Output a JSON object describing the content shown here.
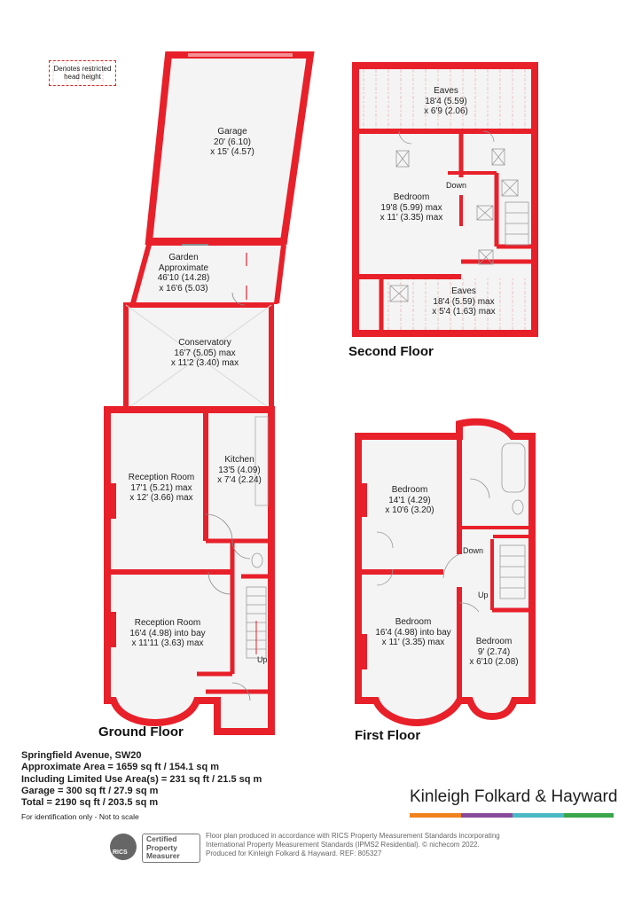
{
  "legend": {
    "note": "Denotes restricted head height"
  },
  "rooms": {
    "garage": {
      "name": "Garage",
      "dim1": "20' (6.10)",
      "dim2": "x 15' (4.57)"
    },
    "garden": {
      "name": "Garden",
      "dim0": "Approximate",
      "dim1": "46'10 (14.28)",
      "dim2": "x 16'6 (5.03)"
    },
    "conservatory": {
      "name": "Conservatory",
      "dim1": "16'7 (5.05) max",
      "dim2": "x 11'2 (3.40) max"
    },
    "kitchen": {
      "name": "Kitchen",
      "dim1": "13'5 (4.09)",
      "dim2": "x 7'4 (2.24)"
    },
    "reception1": {
      "name": "Reception Room",
      "dim1": "17'1 (5.21) max",
      "dim2": "x 12' (3.66) max"
    },
    "reception2": {
      "name": "Reception Room",
      "dim1": "16'4 (4.98) into bay",
      "dim2": "x 11'11 (3.63) max"
    },
    "eaves1": {
      "name": "Eaves",
      "dim1": "18'4 (5.59)",
      "dim2": "x 6'9 (2.06)"
    },
    "bedroom_top": {
      "name": "Bedroom",
      "dim1": "19'8 (5.99) max",
      "dim2": "x 11' (3.35) max"
    },
    "eaves2": {
      "name": "Eaves",
      "dim1": "18'4 (5.59) max",
      "dim2": "x 5'4 (1.63) max"
    },
    "bedroom1": {
      "name": "Bedroom",
      "dim1": "14'1 (4.29)",
      "dim2": "x 10'6 (3.20)"
    },
    "bedroom2": {
      "name": "Bedroom",
      "dim1": "16'4 (4.98) into bay",
      "dim2": "x 11' (3.35) max"
    },
    "bedroom3": {
      "name": "Bedroom",
      "dim1": "9' (2.74)",
      "dim2": "x 6'10 (2.08)"
    }
  },
  "stairs": {
    "up": "Up",
    "down": "Down"
  },
  "floors": {
    "ground": "Ground Floor",
    "first": "First Floor",
    "second": "Second Floor"
  },
  "info": {
    "address": "Springfield Avenue, SW20",
    "area": "Approximate Area = 1659 sq ft / 154.1 sq m",
    "limited": "Including Limited Use Area(s) = 231 sq ft / 21.5 sq m",
    "garage": "Garage = 300 sq ft / 27.9 sq m",
    "total": "Total = 2190 sq ft / 203.5 sq m",
    "disclaimer": "For identification only - Not to scale"
  },
  "brand": {
    "name": "Kinleigh Folkard & Hayward",
    "colors": [
      "#f0821e",
      "#8a4a9c",
      "#4bb8c6",
      "#3aa64a"
    ]
  },
  "certification": {
    "logo_text": "RICS",
    "badge": [
      "Certified",
      "Property",
      "Measurer"
    ],
    "note_lines": [
      "Floor plan produced in accordance with RICS Property Measurement Standards incorporating",
      "International Property Measurement Standards (IPMS2 Residential). © nichecom 2022.",
      "Produced for Kinleigh Folkard & Hayward.   REF: 805327"
    ]
  },
  "colors": {
    "wall": "#e8202a",
    "floor": "#f4f4f4"
  }
}
